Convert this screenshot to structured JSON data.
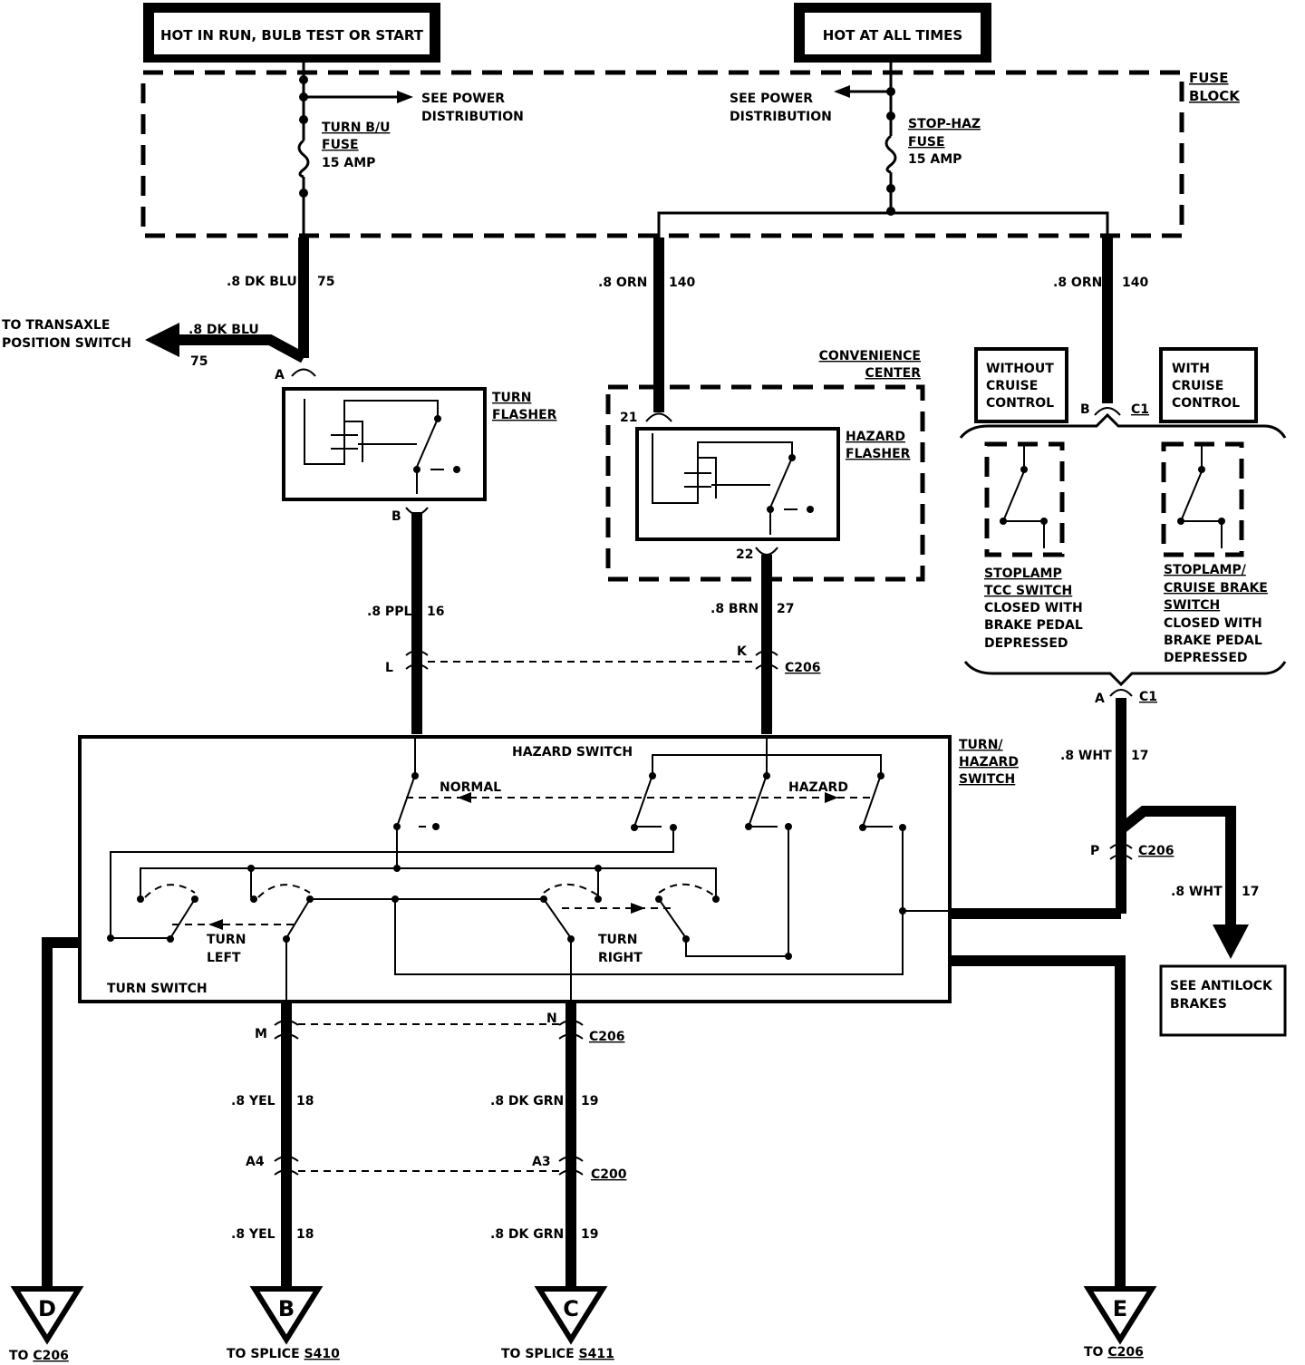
{
  "header": {
    "left_supply": "HOT IN RUN, BULB TEST OR START",
    "right_supply": "HOT AT ALL TIMES"
  },
  "fuse_block": {
    "label_line1": "FUSE",
    "label_line2": "BLOCK",
    "see_power_left_1": "SEE POWER",
    "see_power_left_2": "DISTRIBUTION",
    "see_power_right_1": "SEE POWER",
    "see_power_right_2": "DISTRIBUTION",
    "turn_fuse_1": "TURN B/U",
    "turn_fuse_2": "FUSE",
    "turn_fuse_3": "15 AMP",
    "stop_fuse_1": "STOP-HAZ",
    "stop_fuse_2": "FUSE",
    "stop_fuse_3": "15 AMP"
  },
  "wires": {
    "dk_blu_gauge": ".8 DK BLU",
    "dk_blu_circuit": "75",
    "transaxle_gauge": ".8 DK BLU",
    "transaxle_circuit": "75",
    "transaxle_line1": "TO TRANSAXLE",
    "transaxle_line2": "POSITION SWITCH",
    "orn_mid_gauge": ".8 ORN",
    "orn_mid_circuit": "140",
    "orn_right_gauge": ".8 ORN",
    "orn_right_circuit": "140",
    "ppl_gauge": ".8 PPL",
    "ppl_circuit": "16",
    "brn_gauge": ".8 BRN",
    "brn_circuit": "27",
    "wht_gauge": ".8 WHT",
    "wht_circuit": "17",
    "wht2_gauge": ".8 WHT",
    "wht2_circuit": "17",
    "yel_gauge": ".8 YEL",
    "yel_circuit": "18",
    "yel2_gauge": ".8 YEL",
    "yel2_circuit": "18",
    "grn_gauge": ".8 DK GRN",
    "grn_circuit": "19",
    "grn2_gauge": ".8 DK GRN",
    "grn2_circuit": "19"
  },
  "components": {
    "turn_flasher_1": "TURN",
    "turn_flasher_2": "FLASHER",
    "conv_center_1": "CONVENIENCE",
    "conv_center_2": "CENTER",
    "hazard_flasher_1": "HAZARD",
    "hazard_flasher_2": "FLASHER",
    "without_cruise_1": "WITHOUT",
    "without_cruise_2": "CRUISE",
    "without_cruise_3": "CONTROL",
    "with_cruise_1": "WITH",
    "with_cruise_2": "CRUISE",
    "with_cruise_3": "CONTROL",
    "stoplamp_tcc": [
      "STOPLAMP",
      "TCC SWITCH",
      "CLOSED WITH",
      "BRAKE PEDAL",
      "DEPRESSED"
    ],
    "stoplamp_cruise": [
      "STOPLAMP/",
      "CRUISE BRAKE",
      "SWITCH",
      "CLOSED WITH",
      "BRAKE PEDAL",
      "DEPRESSED"
    ],
    "hazard_switch": "HAZARD  SWITCH",
    "normal": "NORMAL",
    "hazard": "HAZARD",
    "turn_hazard_1": "TURN/",
    "turn_hazard_2": "HAZARD",
    "turn_hazard_3": "SWITCH",
    "turn_left_1": "TURN",
    "turn_left_2": "LEFT",
    "turn_right_1": "TURN",
    "turn_right_2": "RIGHT",
    "turn_switch": "TURN SWITCH",
    "antilock_1": "SEE ANTILOCK",
    "antilock_2": "BRAKES"
  },
  "connectors": {
    "A": "A",
    "B": "B",
    "21": "21",
    "22": "22",
    "L": "L",
    "K": "K",
    "C206_a": "C206",
    "B_c1": "B",
    "C1_top": "C1",
    "A_c1": "A",
    "C1_bot": "C1",
    "P": "P",
    "C206_b": "C206",
    "M": "M",
    "N": "N",
    "C206_c": "C206",
    "A4": "A4",
    "A3": "A3",
    "C200": "C200"
  },
  "terminals": {
    "D": "D",
    "D_to_1": "TO ",
    "D_to_2": "C206",
    "B": "B",
    "B_to_1": "TO SPLICE ",
    "B_to_2": "S410",
    "C": "C",
    "C_to_1": "TO SPLICE ",
    "C_to_2": "S411",
    "E": "E",
    "E_to_1": "TO ",
    "E_to_2": "C206"
  }
}
